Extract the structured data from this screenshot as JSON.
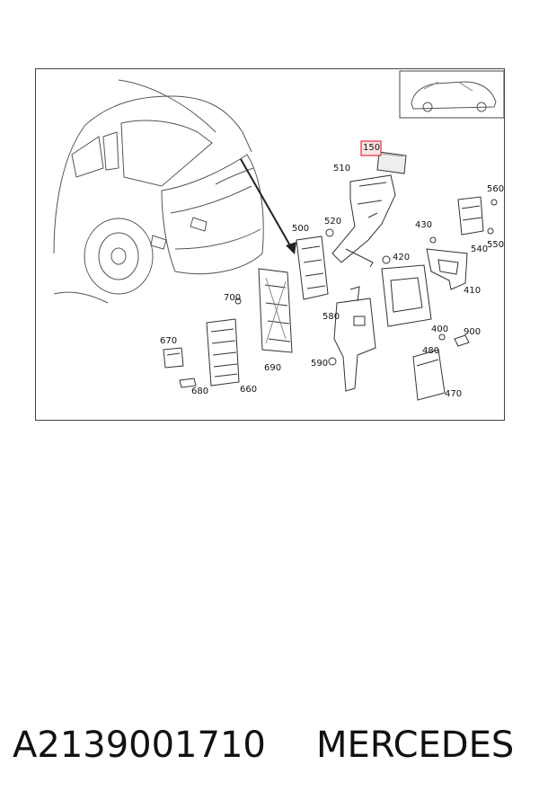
{
  "diagram": {
    "highlighted_part": "150",
    "callouts": [
      {
        "id": "150",
        "label": "150",
        "highlight": true
      },
      {
        "id": "510",
        "label": "510"
      },
      {
        "id": "500",
        "label": "500"
      },
      {
        "id": "520",
        "label": "520"
      },
      {
        "id": "430",
        "label": "430"
      },
      {
        "id": "560",
        "label": "560"
      },
      {
        "id": "540",
        "label": "540"
      },
      {
        "id": "550",
        "label": "550"
      },
      {
        "id": "420",
        "label": "420"
      },
      {
        "id": "410",
        "label": "410"
      },
      {
        "id": "700",
        "label": "700"
      },
      {
        "id": "580",
        "label": "580"
      },
      {
        "id": "400",
        "label": "400"
      },
      {
        "id": "900",
        "label": "900"
      },
      {
        "id": "670",
        "label": "670"
      },
      {
        "id": "690",
        "label": "690"
      },
      {
        "id": "480",
        "label": "480"
      },
      {
        "id": "590",
        "label": "590"
      },
      {
        "id": "680",
        "label": "680"
      },
      {
        "id": "660",
        "label": "660"
      },
      {
        "id": "470",
        "label": "470"
      }
    ],
    "highlight_color": "#e0303a",
    "highlight_fill": "#fde3e5"
  },
  "footer": {
    "part_number": "A2139001710",
    "brand": "MERCEDES"
  }
}
